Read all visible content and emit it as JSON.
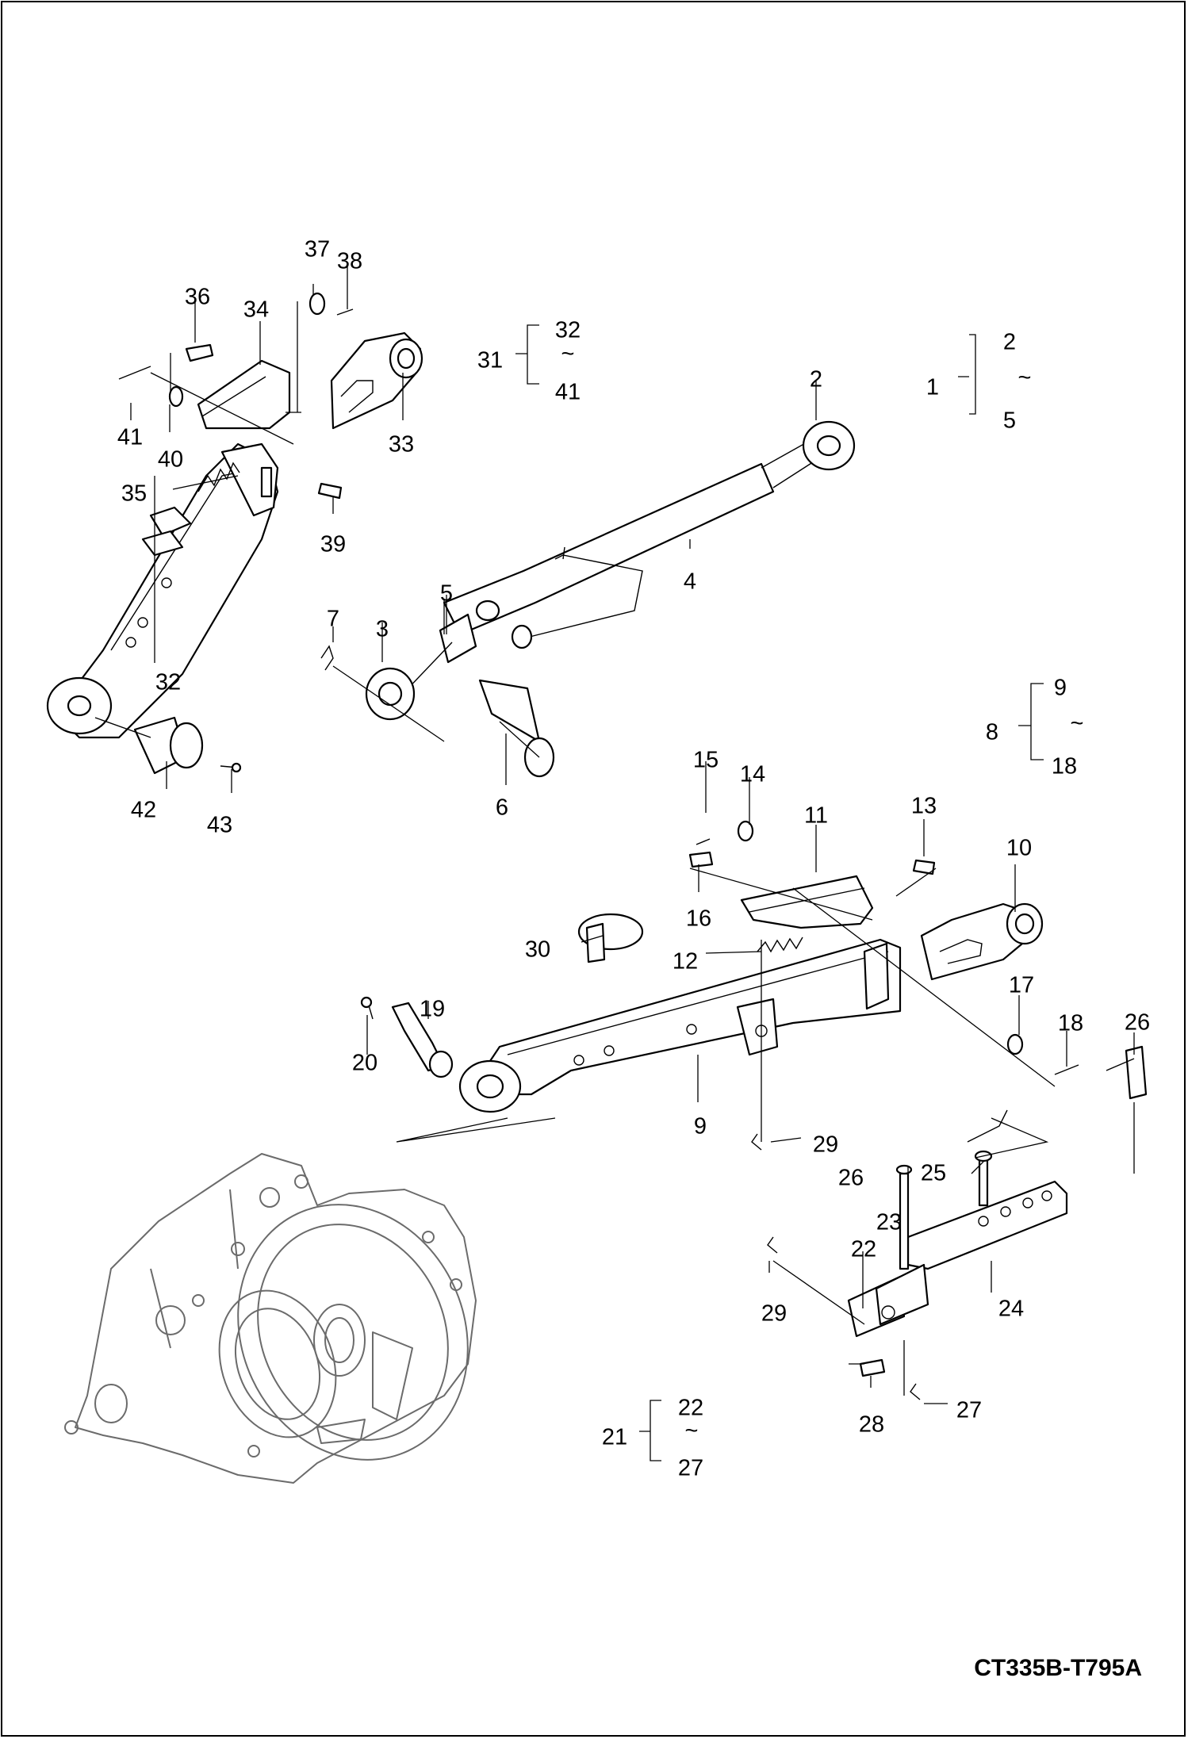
{
  "drawing_code": "CT335B-T795A",
  "callouts": [
    "1",
    "2",
    "3",
    "4",
    "5",
    "6",
    "7",
    "8",
    "9",
    "10",
    "11",
    "12",
    "13",
    "14",
    "15",
    "16",
    "17",
    "18",
    "19",
    "20",
    "21",
    "22",
    "23",
    "24",
    "25",
    "26",
    "27",
    "28",
    "29",
    "30",
    "31",
    "32",
    "33",
    "34",
    "35",
    "36",
    "37",
    "38",
    "39",
    "40",
    "41",
    "42",
    "43"
  ],
  "callout_repeats": [
    "26",
    "29"
  ],
  "groups": [
    {
      "parent": "1",
      "from": "2",
      "to": "5",
      "sep": "~"
    },
    {
      "parent": "8",
      "from": "9",
      "to": "18",
      "sep": "~"
    },
    {
      "parent": "21",
      "from": "22",
      "to": "27",
      "sep": "~"
    },
    {
      "parent": "31",
      "from": "32",
      "to": "41",
      "sep": "~"
    }
  ]
}
